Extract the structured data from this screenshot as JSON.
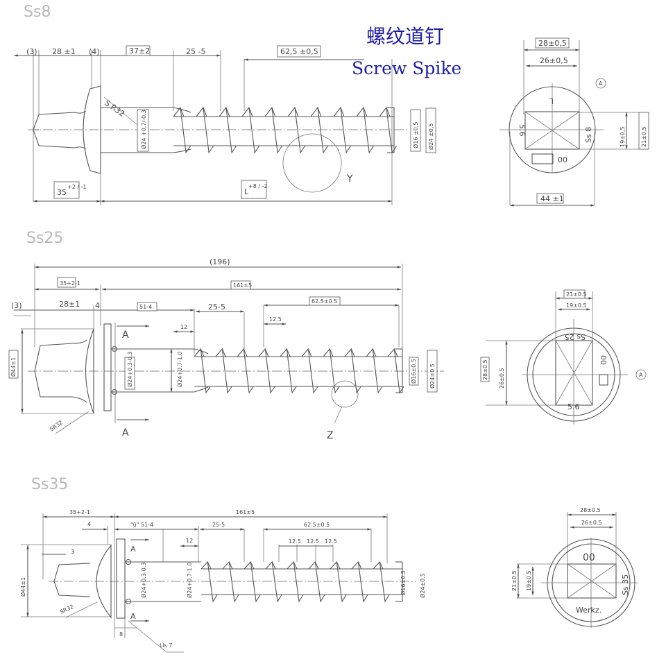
{
  "title": {
    "cn": "螺纹道钉",
    "en": "Screw Spike"
  },
  "ss8": {
    "label": "Ss8",
    "dims": {
      "d3": "(3)",
      "d28": "28 ±1",
      "d4": "(4)",
      "d37": "37±2",
      "d25": "25 -5",
      "d625": "62,5 ±0,5",
      "d35": "35",
      "d35_tol": "+2 / -1",
      "dL": "L",
      "dL_tol": "+8 / -2",
      "sr": "S R32",
      "dia24a": "Ø24 +0,7/-0,3",
      "dia16": "Ø16 ±0,5",
      "dia24b": "Ø24 ±0,5",
      "detail": "Y"
    },
    "section": {
      "w28": "28±0,5",
      "w26": "26±0,5",
      "h19": "19±0,5",
      "h21": "21±0,5",
      "d44": "44 ±1",
      "mark_a": "A",
      "txt_l": "L",
      "txt_56": "5.6",
      "txt_ss": "Ss 8",
      "txt_00": "00"
    }
  },
  "ss25": {
    "label": "Ss25",
    "dims": {
      "d196": "(196)",
      "d35": "35+2-1",
      "d161": "161±5",
      "d3": "(3)",
      "d28": "28±1",
      "d4": "4",
      "d51": "51-4",
      "d25": "25-5",
      "d625": "62.5±0.5",
      "d125": "12.5",
      "d12": "12",
      "dia44": "Ø44±1",
      "dia24a": "Ø24+0.3-0.3",
      "dia24b": "Ø24+0.7-1.0",
      "dia16": "Ø16±0.5",
      "dia24c": "Ø24±0.5",
      "sr": "SR32",
      "sec_a": "A",
      "detail": "Z"
    },
    "section": {
      "w21": "21±0.5",
      "w19": "19±0.5",
      "h28": "28±0.5",
      "h26": "26±0.5",
      "mark_a": "A",
      "txt_ss": "Ss 25",
      "txt_00": "00",
      "txt_56": "5.6"
    }
  },
  "ss35": {
    "label": "Ss35",
    "dims": {
      "d35": "35+2-1",
      "d161": "161±5",
      "d4": "4",
      "d51": "\"ü\" 51-4",
      "d25": "25-5",
      "d625": "62.5±0.5",
      "d125a": "12.5",
      "d125b": "12.5",
      "d125c": "12.5",
      "d12": "12",
      "d3": "3",
      "dia44": "Ø44±1",
      "dia24a": "Ø24+0.3-0.3",
      "dia24b": "Ø24+0.7-1.0",
      "dia16": "Ø16±0.5",
      "dia24c": "Ø24±0.5",
      "sr": "SR32",
      "sec_a": "A",
      "d8": "8",
      "lls": "Lls 7"
    },
    "section": {
      "w28": "28±0.5",
      "w26": "26±0.5",
      "h21": "21±0.5",
      "h19": "19±0.5",
      "txt_00": "00",
      "txt_ss": "Ss 35",
      "txt_werkz": "Werkz."
    }
  }
}
